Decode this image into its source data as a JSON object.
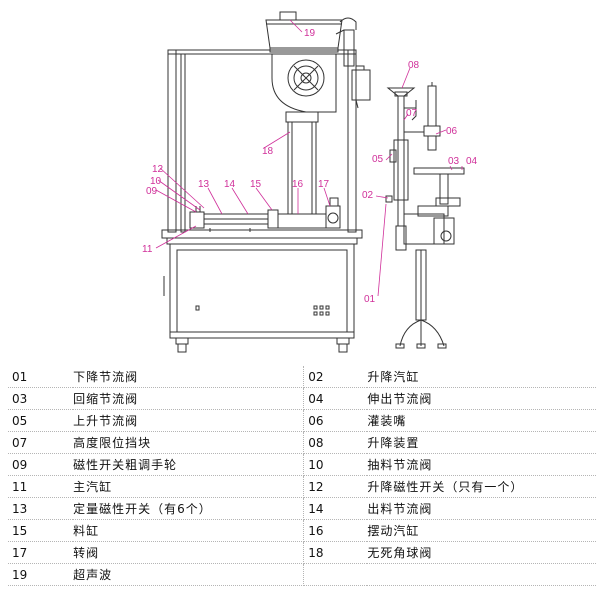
{
  "callouts": [
    "01",
    "02",
    "03",
    "04",
    "05",
    "06",
    "07",
    "08",
    "09",
    "10",
    "11",
    "12",
    "13",
    "14",
    "15",
    "16",
    "17",
    "18",
    "19"
  ],
  "legend": [
    {
      "num": "01",
      "name": "下降节流阀",
      "num2": "02",
      "name2": "升降汽缸"
    },
    {
      "num": "03",
      "name": "回缩节流阀",
      "num2": "04",
      "name2": "伸出节流阀"
    },
    {
      "num": "05",
      "name": "上升节流阀",
      "num2": "06",
      "name2": "灌装嘴"
    },
    {
      "num": "07",
      "name": "高度限位挡块",
      "num2": "08",
      "name2": "升降装置"
    },
    {
      "num": "09",
      "name": "磁性开关粗调手轮",
      "num2": "10",
      "name2": "抽料节流阀"
    },
    {
      "num": "11",
      "name": "主汽缸",
      "num2": "12",
      "name2": "升降磁性开关（只有一个）"
    },
    {
      "num": "13",
      "name": "定量磁性开关（有6个）",
      "num2": "14",
      "name2": "出料节流阀"
    },
    {
      "num": "15",
      "name": "料缸",
      "num2": "16",
      "name2": "摆动汽缸"
    },
    {
      "num": "17",
      "name": " 转阀",
      "num2": "18",
      "name2": "无死角球阀"
    },
    {
      "num": "19",
      "name": "超声波",
      "num2": "",
      "name2": ""
    }
  ],
  "colors": {
    "callout": "#d0309a",
    "line": "#333333",
    "table_text": "#111111",
    "divider": "#b5b5b5"
  }
}
